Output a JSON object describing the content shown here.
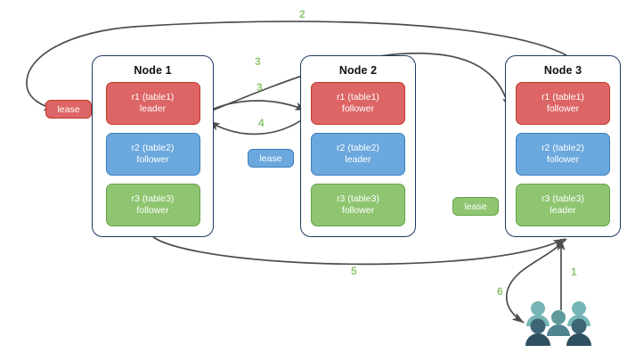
{
  "diagram": {
    "title": "raft-lease-replication-diagram",
    "colors": {
      "red_fill": "#dd6565",
      "red_border": "#c0392b",
      "blue_fill": "#6aa8dd",
      "blue_border": "#3c7fbf",
      "green_fill": "#8fc571",
      "green_border": "#63a348",
      "container_border": "#1f3864",
      "arrow": "#4d4d4d",
      "step_label": "#8fc571",
      "users_light": "#76b5b5",
      "users_dark": "#2e5060"
    },
    "nodes": [
      {
        "id": "node-1",
        "title": "Node 1",
        "replicas": [
          {
            "id": "n1-r1",
            "color": "red",
            "line1": "r1 (table1)",
            "line2": "leader"
          },
          {
            "id": "n1-r2",
            "color": "blue",
            "line1": "r2 (table2)",
            "line2": "follower"
          },
          {
            "id": "n1-r3",
            "color": "green",
            "line1": "r3 (table3)",
            "line2": "follower"
          }
        ]
      },
      {
        "id": "node-2",
        "title": "Node 2",
        "replicas": [
          {
            "id": "n2-r1",
            "color": "red",
            "line1": "r1 (table1)",
            "line2": "follower"
          },
          {
            "id": "n2-r2",
            "color": "blue",
            "line1": "r2 (table2)",
            "line2": "leader"
          },
          {
            "id": "n2-r3",
            "color": "green",
            "line1": "r3 (table3)",
            "line2": "follower"
          }
        ]
      },
      {
        "id": "node-3",
        "title": "Node 3",
        "replicas": [
          {
            "id": "n3-r1",
            "color": "red",
            "line1": "r1 (table1)",
            "line2": "follower"
          },
          {
            "id": "n3-r2",
            "color": "blue",
            "line1": "r2 (table2)",
            "line2": "follower"
          },
          {
            "id": "n3-r3",
            "color": "green",
            "line1": "r3 (table3)",
            "line2": "leader"
          }
        ]
      }
    ],
    "leases": [
      {
        "id": "lease-red",
        "label": "lease",
        "color": "red"
      },
      {
        "id": "lease-blue",
        "label": "lease",
        "color": "blue"
      },
      {
        "id": "lease-green",
        "label": "lease",
        "color": "green"
      }
    ],
    "steps": [
      {
        "id": "step-1",
        "label": "1"
      },
      {
        "id": "step-2",
        "label": "2"
      },
      {
        "id": "step-3a",
        "label": "3"
      },
      {
        "id": "step-3b",
        "label": "3"
      },
      {
        "id": "step-4",
        "label": "4"
      },
      {
        "id": "step-5",
        "label": "5"
      },
      {
        "id": "step-6",
        "label": "6"
      }
    ],
    "icons": {
      "users": "users-group-icon"
    }
  }
}
